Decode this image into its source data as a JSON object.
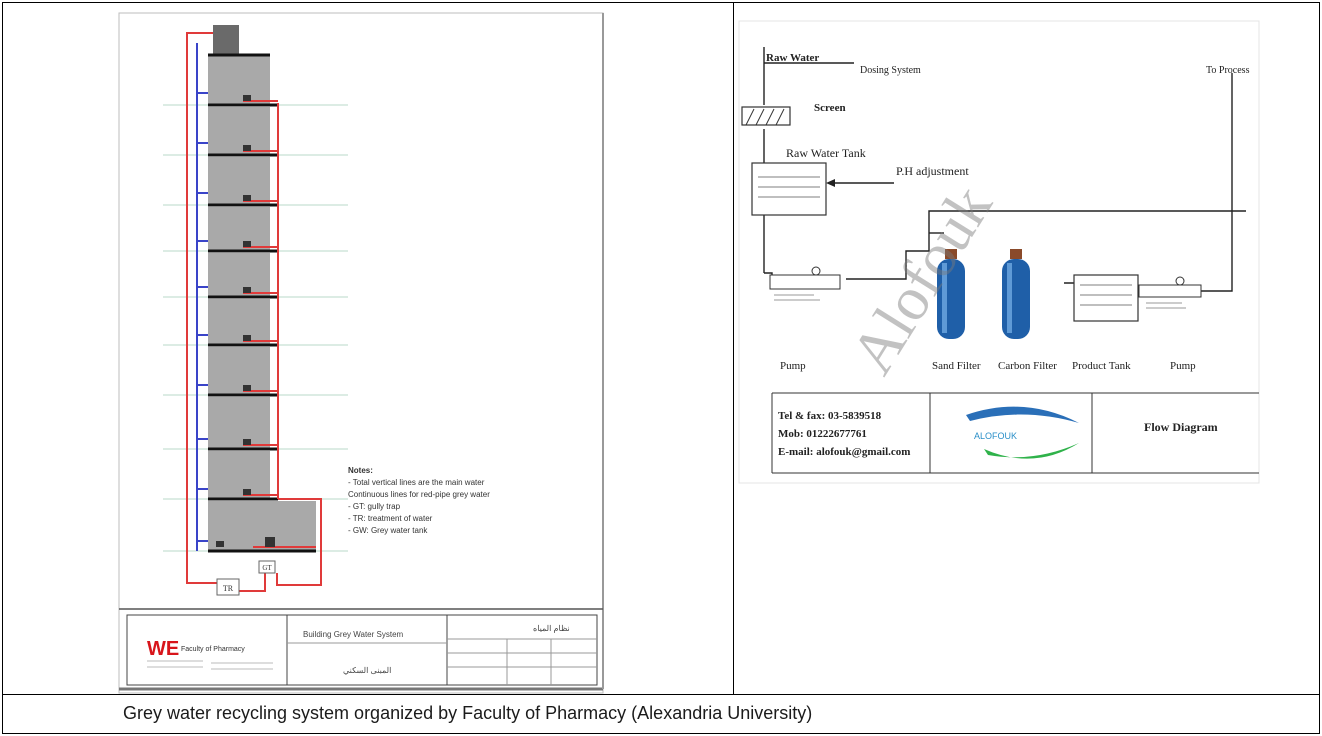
{
  "caption": "Grey water recycling system organized by Faculty of Pharmacy (Alexandria University)",
  "building_drawing": {
    "notes_title": "Notes:",
    "notes": [
      "- Total vertical lines are the main water",
      "  Continuous lines for red-pipe grey water",
      "- GT: gully trap",
      "- TR: treatment of water",
      "- GW: Grey water tank"
    ],
    "box_tr": "TR",
    "box_gt": "GT",
    "title_block": {
      "logo": "WE",
      "company": "Faculty of Pharmacy",
      "project": "Building Grey Water System",
      "arabic_title": "نظام المياه",
      "arabic_sub": "المبنى السكني"
    }
  },
  "flow_diagram": {
    "labels": {
      "raw_water": "Raw Water",
      "dosing_system": "Dosing System",
      "to_process": "To Process",
      "screen": "Screen",
      "raw_water_tank": "Raw Water Tank",
      "ph_adjustment": "P.H adjustment",
      "pump_left": "Pump",
      "sand_filter": "Sand Filter",
      "carbon_filter": "Carbon Filter",
      "product_tank": "Product Tank",
      "pump_right": "Pump"
    },
    "contact": {
      "tel_fax": "Tel & fax: 03-5839518",
      "mob": "Mob: 01222677761",
      "email": "E-mail: alofouk@gmail.com"
    },
    "logo_text": "ALOFOUK",
    "title": "Flow Diagram",
    "watermark": "Alofouk"
  },
  "colors": {
    "red_pipe": "#e03a3a",
    "blue_pipe": "#3a44c8",
    "filter_blue": "#1f5fa8",
    "filter_cap": "#8a4a2a",
    "logo_red": "#d8151b",
    "logo_blue": "#2a6fb8",
    "logo_green": "#2fb24a"
  }
}
